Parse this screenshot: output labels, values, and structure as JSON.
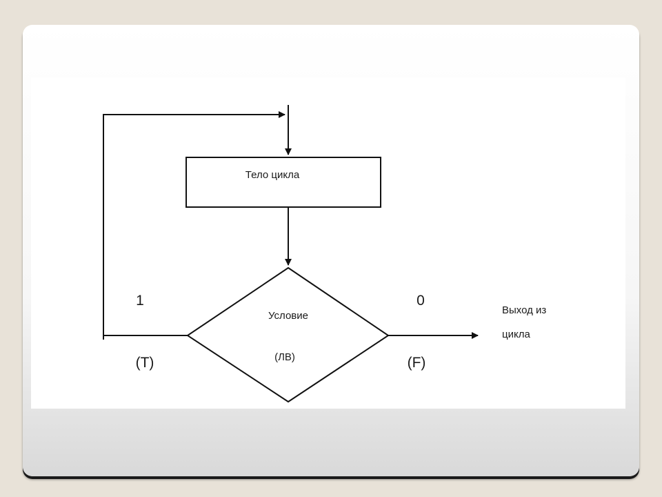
{
  "diagram": {
    "body_label": "Тело цикла",
    "condition_label": "Условие",
    "condition_sublabel": "(ЛВ)",
    "true_value": "1",
    "true_label": "(T)",
    "false_value": "0",
    "false_label": "(F)",
    "exit_label_line1": "Выход из",
    "exit_label_line2": "цикла"
  }
}
